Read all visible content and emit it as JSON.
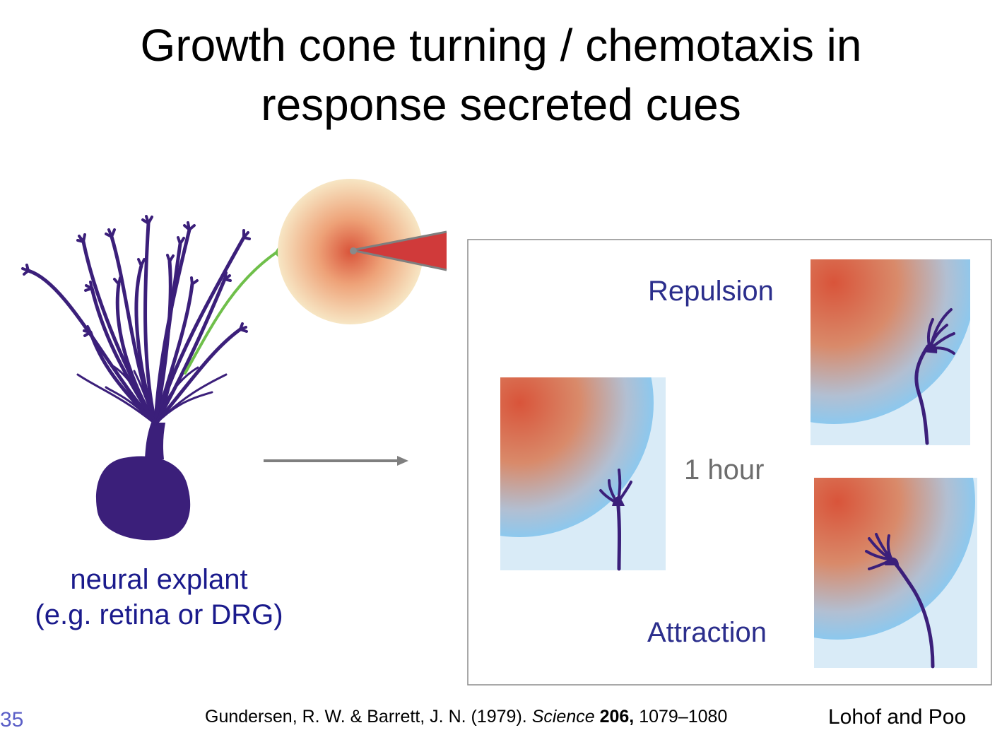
{
  "title": {
    "line1": "Growth cone turning / chemotaxis in",
    "line2": "response secreted cues"
  },
  "explant": {
    "label_line1": "neural explant",
    "label_line2": "(e.g. retina or DRG)"
  },
  "panel": {
    "repulsion": "Repulsion",
    "time": "1 hour",
    "attraction": "Attraction"
  },
  "footer": {
    "slide_number": "35",
    "citation_authors": "Gundersen, R. W. & Barrett, J. N. (1979).",
    "citation_journal": "Science",
    "citation_volume": "206,",
    "citation_pages": "1079–1080",
    "credit": "Lohof and Poo"
  },
  "colors": {
    "neuron": "#3b1f7a",
    "responding_axon": "#6fbf4a",
    "pipette": "#d03a3a",
    "cue_center": "#d9543a",
    "panel_background": "#d9ebf7",
    "gradient_edge": "#8cc8ee"
  }
}
